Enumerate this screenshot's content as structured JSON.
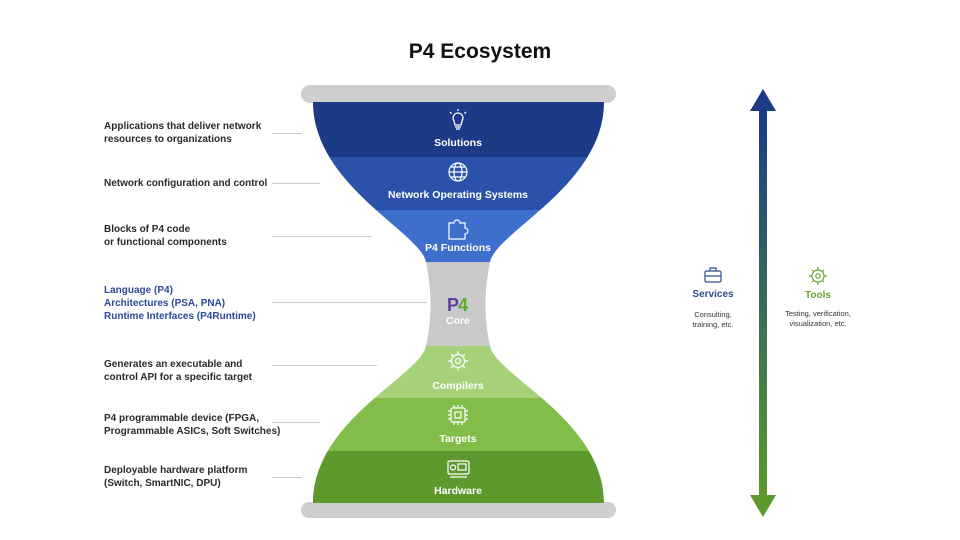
{
  "title": "P4 Ecosystem",
  "layers": [
    {
      "label": "Solutions",
      "icon": "lightbulb-icon",
      "color": "#1d3a86"
    },
    {
      "label": "Network Operating Systems",
      "icon": "globe-icon",
      "color": "#2b52aa"
    },
    {
      "label": "P4 Functions",
      "icon": "puzzle-icon",
      "color": "#3e6fcc"
    },
    {
      "label": "Core",
      "icon": "p4-logo",
      "color": "#c9c9c9"
    },
    {
      "label": "Compilers",
      "icon": "gear-icon",
      "color": "#a6d179"
    },
    {
      "label": "Targets",
      "icon": "chip-icon",
      "color": "#82bd4a"
    },
    {
      "label": "Hardware",
      "icon": "network-card-icon",
      "color": "#5d992c"
    }
  ],
  "descriptions": [
    {
      "lines": [
        "Applications that deliver network",
        "resources to organizations"
      ]
    },
    {
      "lines": [
        "Network configuration and control"
      ]
    },
    {
      "lines": [
        "Blocks of P4 code",
        "or functional components"
      ]
    },
    {
      "lines": [
        "Language (P4)",
        "Architectures (PSA, PNA)",
        "Runtime Interfaces (P4Runtime)"
      ]
    },
    {
      "lines": [
        "Generates an executable and",
        "control API for a specific target"
      ]
    },
    {
      "lines": [
        "P4 programmable  device (FPGA,",
        "Programmable ASICs, Soft Switches)"
      ]
    },
    {
      "lines": [
        "Deployable hardware platform",
        "(Switch, SmartNIC, DPU)"
      ]
    }
  ],
  "side": {
    "services": {
      "title": "Services",
      "lines": [
        "Consulting,",
        "training, etc."
      ],
      "icon": "briefcase-icon",
      "color": "#2b4f8f"
    },
    "tools": {
      "title": "Tools",
      "lines": [
        "Testing, verification,",
        "visualization, etc."
      ],
      "icon": "tools-gear-icon",
      "color": "#6aa336"
    }
  },
  "colors": {
    "arrow_top": "#1d3a86",
    "arrow_bottom": "#5d992c",
    "cap": "#cfcfcf"
  }
}
